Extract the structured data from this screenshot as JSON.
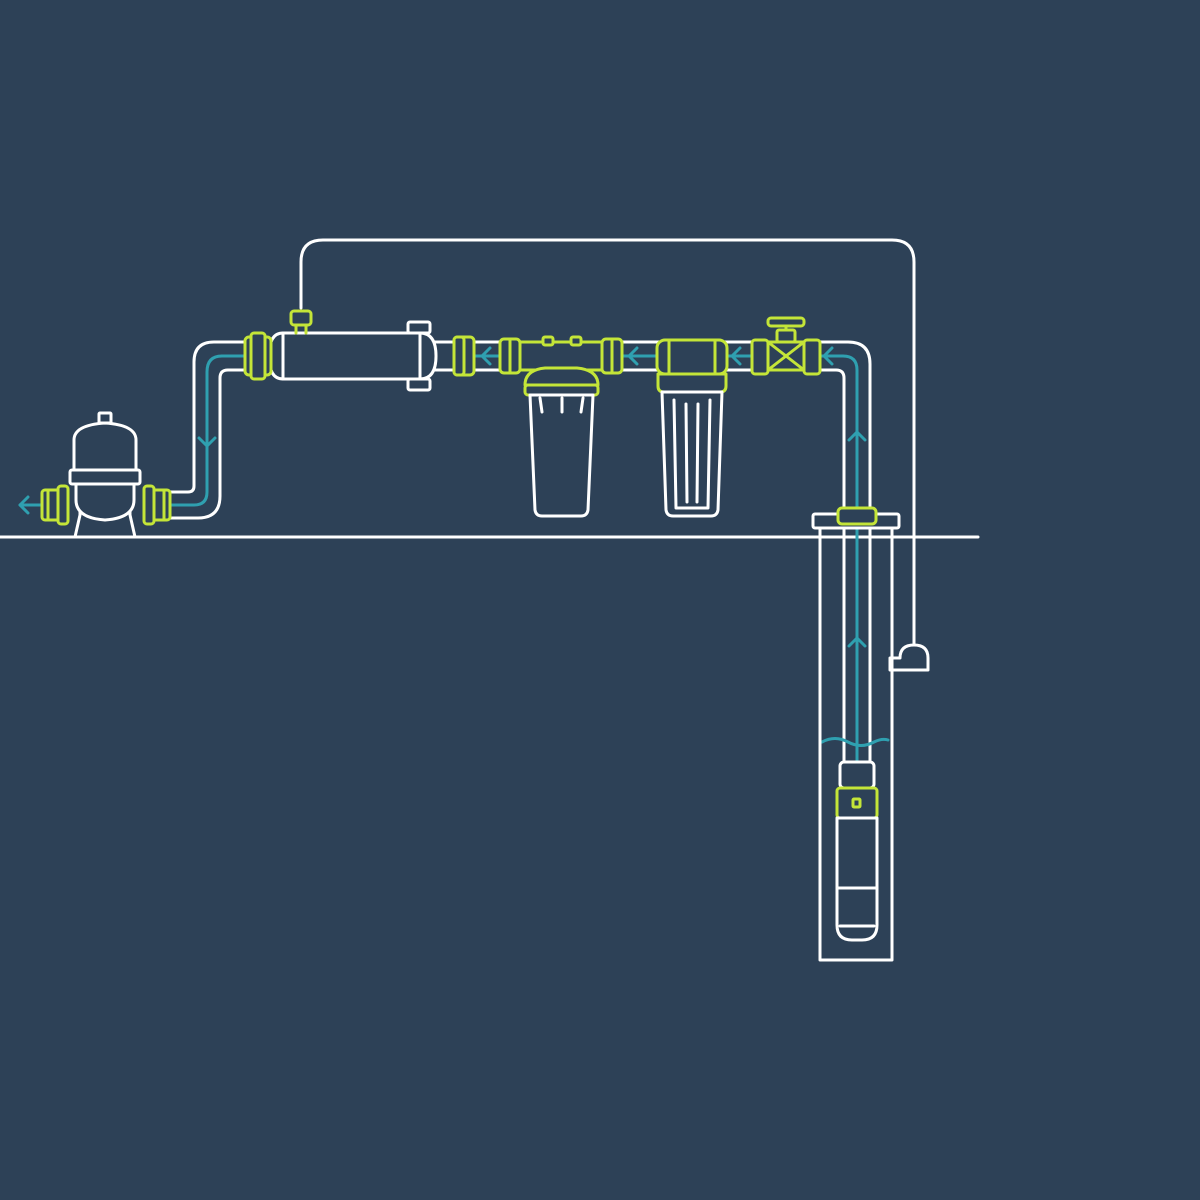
{
  "colors": {
    "background": "#2d4157",
    "line": "#ffffff",
    "fitting": "#c4e538",
    "water_flow": "#2fa0b0"
  },
  "components": [
    {
      "name": "pressure-tank",
      "icon": "pressure-tank-icon"
    },
    {
      "name": "uv-sterilizer",
      "icon": "uv-sterilizer-icon"
    },
    {
      "name": "sediment-filter",
      "icon": "filter-housing-icon"
    },
    {
      "name": "cartridge-filter",
      "icon": "filter-housing-icon"
    },
    {
      "name": "gate-valve",
      "icon": "valve-icon"
    },
    {
      "name": "submersible-pump",
      "icon": "pump-icon"
    },
    {
      "name": "well-casing",
      "icon": "well-icon"
    },
    {
      "name": "control-box",
      "icon": "control-box-icon"
    }
  ],
  "flow_direction": [
    "well",
    "valve",
    "cartridge-filter",
    "sediment-filter",
    "uv-sterilizer",
    "pressure-tank",
    "outlet"
  ]
}
